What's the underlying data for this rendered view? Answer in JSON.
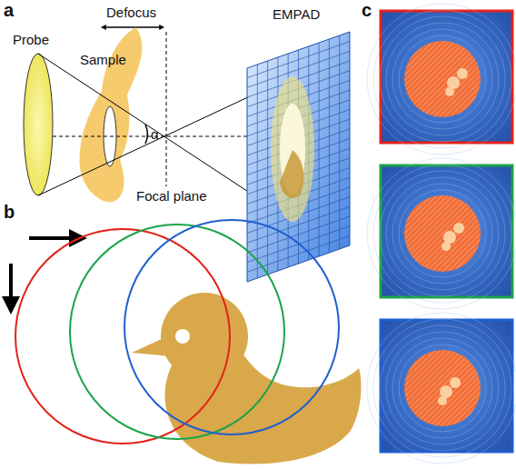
{
  "diagram": {
    "labels": [
      "a",
      "Defocus",
      "Probe",
      "Sample",
      "α",
      "Focal plane",
      "EMPAD",
      "b",
      "c"
    ]
  }
}
